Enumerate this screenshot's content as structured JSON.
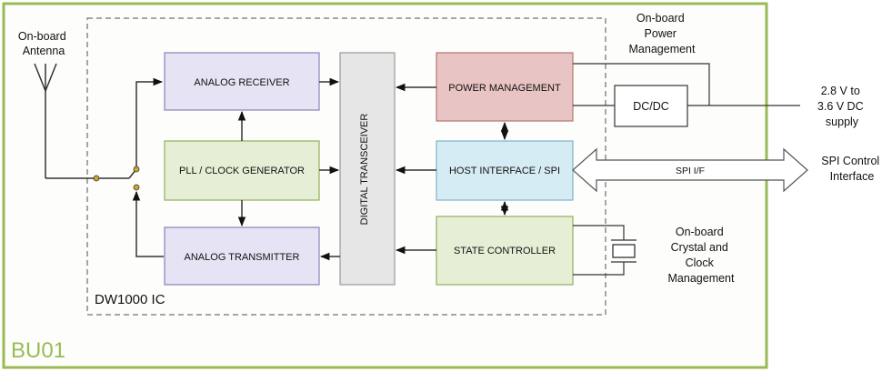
{
  "module": {
    "name": "BU01",
    "color": "#99bb55"
  },
  "ic": {
    "name": "DW1000 IC"
  },
  "blocks": {
    "analog_receiver": {
      "label": "ANALOG RECEIVER",
      "fill": "#e6e3f4"
    },
    "pll": {
      "label": "PLL / CLOCK GENERATOR",
      "fill": "#e6efd6"
    },
    "analog_transmitter": {
      "label": "ANALOG TRANSMITTER",
      "fill": "#e6e3f4"
    },
    "digital_transceiver": {
      "label": "DIGITAL TRANSCEIVER",
      "fill": "#e6e6e6"
    },
    "power_management": {
      "label": "POWER MANAGEMENT",
      "fill": "#e8c4c4"
    },
    "host_interface": {
      "label": "HOST INTERFACE / SPI",
      "fill": "#d6ecf4"
    },
    "state_controller": {
      "label": "STATE CONTROLLER",
      "fill": "#e6efd6"
    },
    "dcdc": {
      "label": "DC/DC"
    }
  },
  "labels": {
    "antenna": [
      "On-board",
      "Antenna"
    ],
    "power": [
      "On-board",
      "Power",
      "Management"
    ],
    "supply": [
      "2.8 V to",
      "3.6 V DC",
      "supply"
    ],
    "spi_interface": [
      "SPI Control",
      "Interface"
    ],
    "spi_if": "SPI I/F",
    "crystal": [
      "On-board",
      "Crystal and",
      "Clock",
      "Management"
    ]
  }
}
